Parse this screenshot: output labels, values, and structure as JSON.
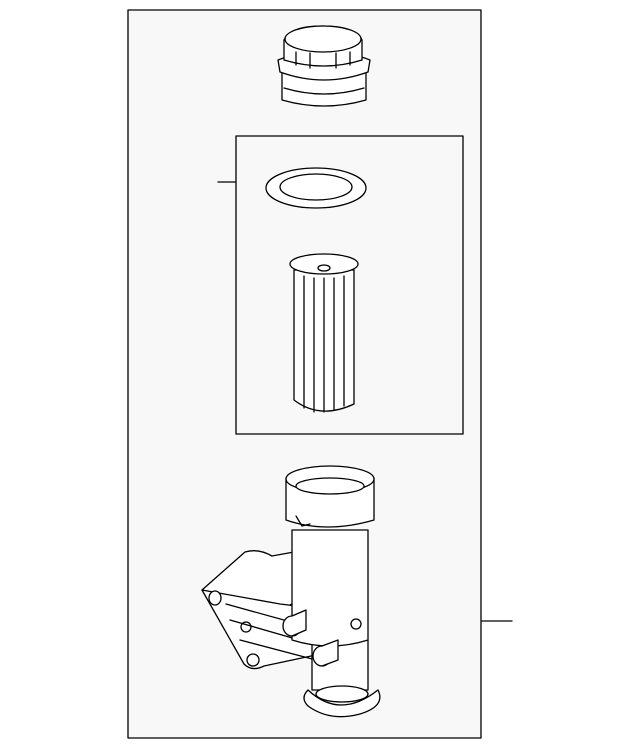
{
  "colors": {
    "line": "#000000",
    "frame_fill": "#f8f8f8",
    "background": "#ffffff"
  },
  "parts": [
    {
      "name": "filter-cap"
    },
    {
      "name": "o-ring-seal"
    },
    {
      "name": "filter-element"
    },
    {
      "name": "filter-housing"
    }
  ]
}
